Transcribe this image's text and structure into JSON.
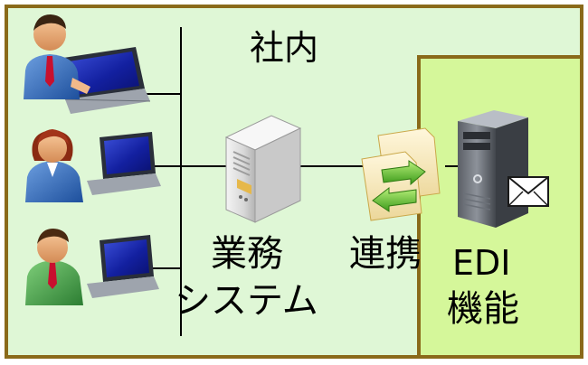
{
  "diagram": {
    "area_internal_label": "社内",
    "business_system_label_line1": "業務",
    "business_system_label_line2": "システム",
    "link_label": "連携",
    "edi_label_line1": "EDI",
    "edi_label_line2": "機能"
  },
  "colors": {
    "internal_area_fill": "#dff7d6",
    "border_brown": "#8a6a1a",
    "edi_area_fill": "#d5f79a",
    "line": "#000000"
  },
  "icons": [
    "businessman-laptop-icon",
    "businesswoman-laptop-icon",
    "businessman-green-laptop-icon",
    "server-icon",
    "document-exchange-icon",
    "tower-server-mail-icon"
  ]
}
